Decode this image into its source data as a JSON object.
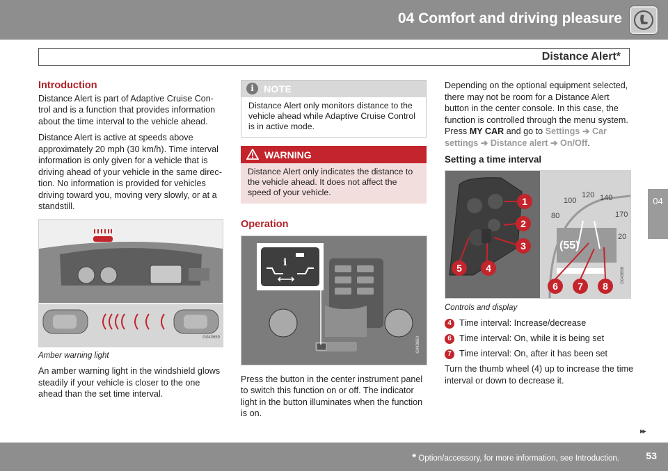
{
  "header": {
    "chapter": "04 Comfort and driving pleasure",
    "section": "Distance Alert*",
    "side_tab": "04",
    "icon": "car-seat-icon"
  },
  "col1": {
    "heading": "Introduction",
    "p1": "Distance Alert is part of Adaptive Cruise Con-trol and is a function that provides information about the time interval to the vehicle ahead.",
    "p2": "Distance Alert is active at speeds above approximately 20 mph (30 km/h). Time interval information is only given for a vehicle that is driving ahead of your vehicle in the same direc-tion. No information is provided for vehicles driving toward you, moving very slowly, or at a standstill.",
    "figure_id": "G043659",
    "caption": "Amber warning light",
    "p3": "An amber warning light in the windshield glows steadily if your vehicle is closer to the one ahead than the set time interval."
  },
  "col2": {
    "note_label": "NOTE",
    "note_text": "Distance Alert only monitors distance to the vehicle ahead while Adaptive Cruise Control is in active mode.",
    "warning_label": "WARNING",
    "warning_text": "Distance Alert only indicates the distance to the vehicle ahead. It does not affect the speed of your vehicle.",
    "heading": "Operation",
    "figure_id": "G043660",
    "p1": "Press the button in the center instrument panel to switch this function on or off. The indicator light in the button illuminates when the function is on."
  },
  "col3": {
    "p1_a": "Depending on the optional equipment selected, there may not be room for a Distance Alert button in the center console. In this case, the function is controlled through the menu system. Press ",
    "p1_mycar": "MY CAR",
    "p1_b": " and go to ",
    "menu_settings": "Settings",
    "menu_car_settings": "Car settings",
    "menu_distance_alert": "Distance alert",
    "menu_onoff": "On/Off",
    "arrow": "➔",
    "period": ".",
    "heading": "Setting a time interval",
    "figure_id": "G043658",
    "callouts": [
      "1",
      "2",
      "3",
      "4",
      "5",
      "6",
      "7",
      "8"
    ],
    "display_speed": "(55)",
    "caption": "Controls and display",
    "legend": [
      {
        "num": "4",
        "text": "Time interval: Increase/decrease"
      },
      {
        "num": "6",
        "text": "Time interval: On, while it is being set"
      },
      {
        "num": "7",
        "text": "Time interval: On, after it has been set"
      }
    ],
    "p2": "Turn the thumb wheel (4) up to increase the time interval or down to decrease it."
  },
  "footer": {
    "star": "*",
    "text": "Option/accessory, for more information, see Introduction.",
    "page": "53",
    "next": "▸▸"
  },
  "colors": {
    "accent_red": "#c4242b",
    "bar_gray": "#8e8e8e"
  }
}
